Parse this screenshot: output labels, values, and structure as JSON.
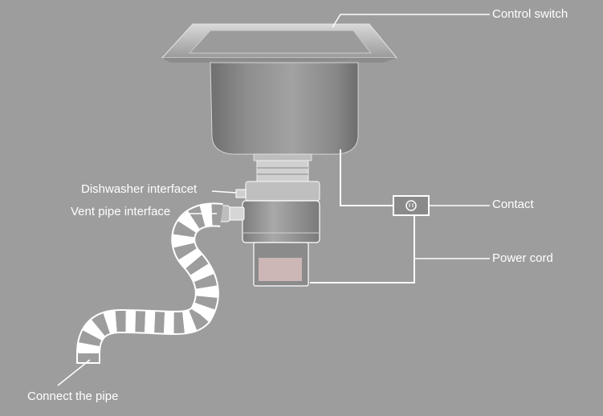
{
  "labels": {
    "control_switch": "Control switch",
    "contact": "Contact",
    "power_cord": "Power cord",
    "dishwasher_interface": "Dishwasher interfacet",
    "vent_pipe_interface": "Vent pipe interface",
    "connect_the_pipe": "Connect the pipe"
  },
  "colors": {
    "background": "#9d9d9d",
    "line": "#ffffff",
    "steel": "#b4b4b4"
  }
}
